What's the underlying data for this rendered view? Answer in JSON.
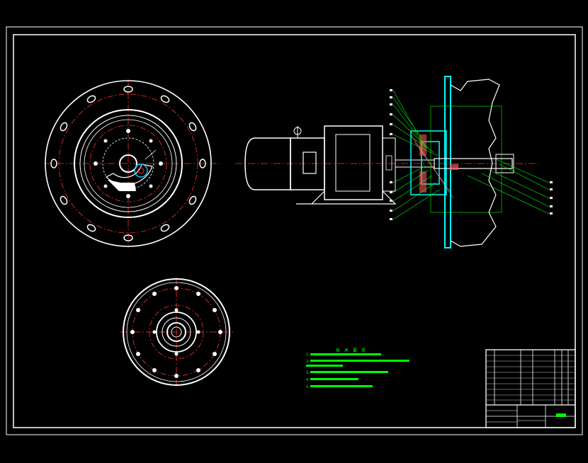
{
  "drawing": {
    "notes_title": "技 术 要 求",
    "notes": [
      "1.",
      "2.",
      "3.",
      "4.",
      "5."
    ]
  },
  "colors": {
    "background": "#000000",
    "frame": "#ffffff",
    "centerline": "#ff0000",
    "leader": "#00ff00",
    "housing": "#00ffff",
    "accent": "#00ff00"
  },
  "icons": {
    "top_flange": "flange-face-view",
    "bottom_flange": "flange-end-view",
    "assembly": "motor-gearbox-assembly-section",
    "title_block": "title-block-table"
  }
}
